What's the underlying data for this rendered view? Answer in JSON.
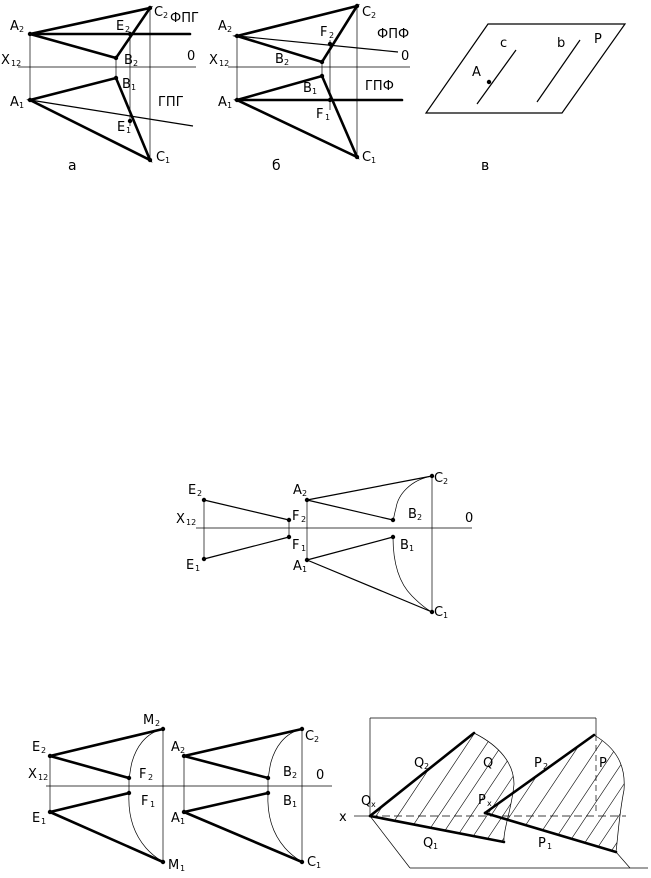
{
  "fig_a": {
    "a2": "A",
    "a2s": "2",
    "c2": "C",
    "c2s": "2",
    "e2": "E",
    "e2s": "2",
    "b2": "B",
    "b2s": "2",
    "x": "X",
    "xs": "12",
    "zero": "0",
    "b1": "B",
    "b1s": "1",
    "a1": "A",
    "a1s": "1",
    "e1": "E",
    "e1s": "1",
    "c1": "C",
    "c1s": "1",
    "fpg": "ФПГ",
    "gpg": "ГПГ",
    "caption": "а"
  },
  "fig_b": {
    "a2": "A",
    "a2s": "2",
    "c2": "C",
    "c2s": "2",
    "f2": "F",
    "f2s": "2",
    "b2": "B",
    "b2s": "2",
    "x": "X",
    "xs": "12",
    "zero": "0",
    "b1": "B",
    "b1s": "1",
    "a1": "A",
    "a1s": "1",
    "f1": "F",
    "f1s": "1",
    "c1": "C",
    "c1s": "1",
    "fpf": "ФПФ",
    "gpf": "ГПФ",
    "caption": "б"
  },
  "fig_v": {
    "a": "A",
    "c": "c",
    "b": "b",
    "p": "P",
    "caption": "в"
  },
  "fig_mid": {
    "e2": "E",
    "e2s": "2",
    "a2": "A",
    "a2s": "2",
    "c2": "C",
    "c2s": "2",
    "x": "X",
    "xs": "12",
    "f2": "F",
    "f2s": "2",
    "b2": "B",
    "b2s": "2",
    "zero": "0",
    "f1": "F",
    "f1s": "1",
    "b1": "B",
    "b1s": "1",
    "e1": "E",
    "e1s": "1",
    "a1": "A",
    "a1s": "1",
    "c1": "C",
    "c1s": "1"
  },
  "fig_bot": {
    "e2": "E",
    "e2s": "2",
    "m2": "M",
    "m2s": "2",
    "a2": "A",
    "a2s": "2",
    "c2": "C",
    "c2s": "2",
    "x": "X",
    "xs": "12",
    "f2": "F",
    "f2s": "2",
    "b2": "B",
    "b2s": "2",
    "zero": "0",
    "f1": "F",
    "f1s": "1",
    "b1": "B",
    "b1s": "1",
    "e1": "E",
    "e1s": "1",
    "a1": "A",
    "a1s": "1",
    "m1": "M",
    "m1s": "1",
    "c1": "C",
    "c1s": "1"
  },
  "fig_iso": {
    "x": "x",
    "q2": "Q",
    "q2s": "2",
    "q": "Q",
    "p2": "P",
    "p2s": "2",
    "p": "P",
    "qx": "Q",
    "qxs": "x",
    "px": "P",
    "pxs": "x",
    "q1": "Q",
    "q1s": "1",
    "p1": "P",
    "p1s": "1"
  }
}
